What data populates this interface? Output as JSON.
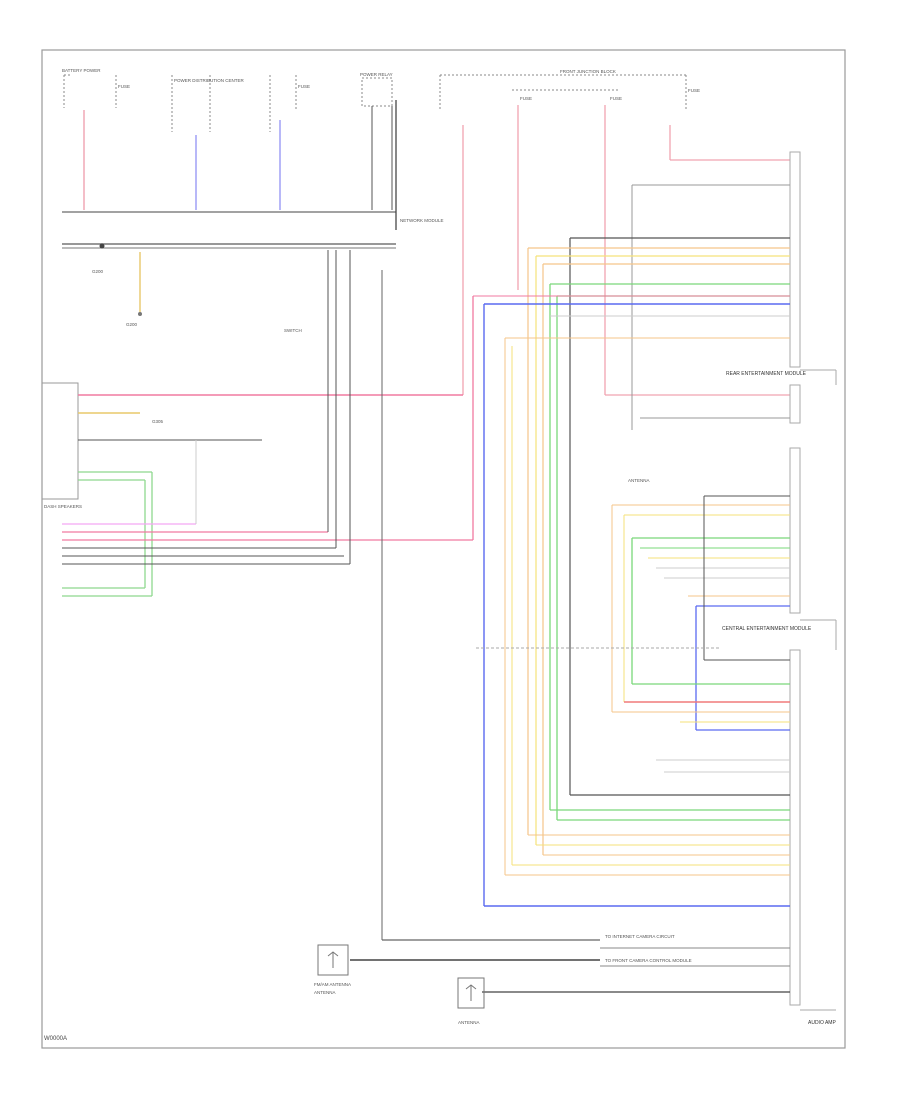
{
  "footer_code": "W0000A",
  "modules": {
    "rear_entertainment": "REAR ENTERTAINMENT MODULE",
    "central_entertainment": "CENTRAL ENTERTAINMENT MODULE",
    "audio_amp": "AUDIO AMP"
  },
  "top_labels": {
    "battery_power": "BATTERY POWER",
    "fuse_a": "FUSE",
    "power_dist_center": "POWER DISTRIBUTION CENTER",
    "fuse_b": "FUSE",
    "power_relay": "POWER RELAY",
    "front_junction": "FRONT JUNCTION BLOCK",
    "fuse_c": "FUSE",
    "fuse_d": "FUSE",
    "fuse_e": "FUSE"
  },
  "mid_labels": {
    "network_module": "NETWORK MODULE",
    "ground_a": "G200",
    "ground_b": "G200",
    "switch": "SWITCH",
    "antenna": "ANTENNA",
    "fm_am_antenna": "FM/AM ANTENNA",
    "front_speakers": "DASH SPEAKERS",
    "ground_c": "G305"
  },
  "bottom_labels": {
    "video_out_1": "TO INTERNET CAMERA CIRCUIT",
    "video_out_2": "TO FRONT CAMERA CONTROL MODULE",
    "antenna_left": "ANTENNA",
    "antenna_right": "ANTENNA"
  }
}
